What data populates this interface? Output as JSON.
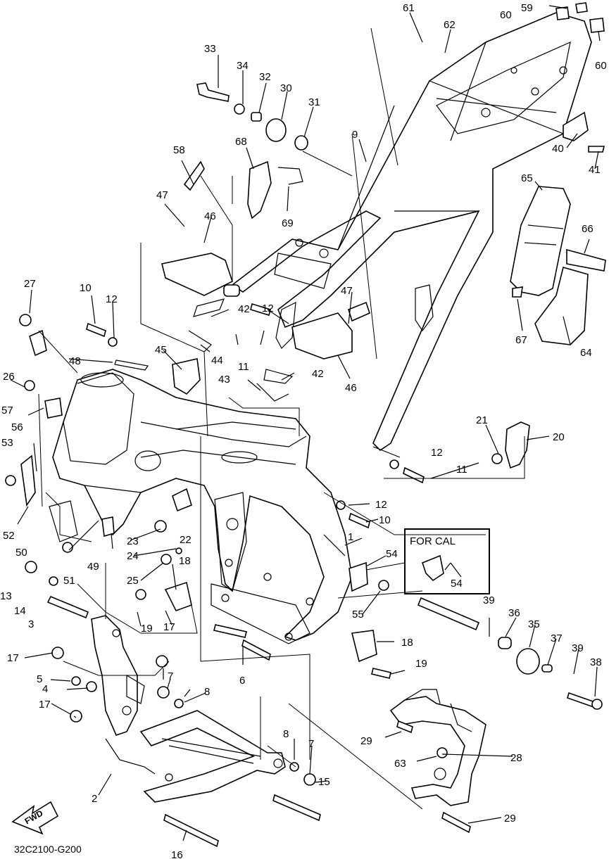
{
  "diagram_code": "32C2100-G200",
  "direction_label": "FWD",
  "inset_label": "FOR CAL",
  "colors": {
    "ink": "#000000",
    "paper": "#ffffff"
  },
  "callouts": [
    {
      "id": "c1",
      "text": "1"
    },
    {
      "id": "c2",
      "text": "2"
    },
    {
      "id": "c3",
      "text": "3"
    },
    {
      "id": "c4",
      "text": "4"
    },
    {
      "id": "c5",
      "text": "5"
    },
    {
      "id": "c6",
      "text": "6"
    },
    {
      "id": "c7a",
      "text": "7"
    },
    {
      "id": "c7b",
      "text": "7"
    },
    {
      "id": "c8a",
      "text": "8"
    },
    {
      "id": "c8b",
      "text": "8"
    },
    {
      "id": "c9",
      "text": "9"
    },
    {
      "id": "c10a",
      "text": "10"
    },
    {
      "id": "c10b",
      "text": "10"
    },
    {
      "id": "c11a",
      "text": "11"
    },
    {
      "id": "c11b",
      "text": "11"
    },
    {
      "id": "c12a",
      "text": "12"
    },
    {
      "id": "c12b",
      "text": "12"
    },
    {
      "id": "c12c",
      "text": "12"
    },
    {
      "id": "c12d",
      "text": "12"
    },
    {
      "id": "c13",
      "text": "13"
    },
    {
      "id": "c14",
      "text": "14"
    },
    {
      "id": "c15",
      "text": "15"
    },
    {
      "id": "c16",
      "text": "16"
    },
    {
      "id": "c17a",
      "text": "17"
    },
    {
      "id": "c17b",
      "text": "17"
    },
    {
      "id": "c17c",
      "text": "17"
    },
    {
      "id": "c18a",
      "text": "18"
    },
    {
      "id": "c18b",
      "text": "18"
    },
    {
      "id": "c19a",
      "text": "19"
    },
    {
      "id": "c19b",
      "text": "19"
    },
    {
      "id": "c20",
      "text": "20"
    },
    {
      "id": "c21",
      "text": "21"
    },
    {
      "id": "c22",
      "text": "22"
    },
    {
      "id": "c23",
      "text": "23"
    },
    {
      "id": "c24",
      "text": "24"
    },
    {
      "id": "c25",
      "text": "25"
    },
    {
      "id": "c26",
      "text": "26"
    },
    {
      "id": "c27",
      "text": "27"
    },
    {
      "id": "c28",
      "text": "28"
    },
    {
      "id": "c29a",
      "text": "29"
    },
    {
      "id": "c29b",
      "text": "29"
    },
    {
      "id": "c30",
      "text": "30"
    },
    {
      "id": "c31",
      "text": "31"
    },
    {
      "id": "c32",
      "text": "32"
    },
    {
      "id": "c33",
      "text": "33"
    },
    {
      "id": "c34",
      "text": "34"
    },
    {
      "id": "c35",
      "text": "35"
    },
    {
      "id": "c36",
      "text": "36"
    },
    {
      "id": "c37",
      "text": "37"
    },
    {
      "id": "c38",
      "text": "38"
    },
    {
      "id": "c39a",
      "text": "39"
    },
    {
      "id": "c39b",
      "text": "39"
    },
    {
      "id": "c40",
      "text": "40"
    },
    {
      "id": "c41",
      "text": "41"
    },
    {
      "id": "c42a",
      "text": "42"
    },
    {
      "id": "c42b",
      "text": "42"
    },
    {
      "id": "c43",
      "text": "43"
    },
    {
      "id": "c44",
      "text": "44"
    },
    {
      "id": "c45",
      "text": "45"
    },
    {
      "id": "c46a",
      "text": "46"
    },
    {
      "id": "c46b",
      "text": "46"
    },
    {
      "id": "c47a",
      "text": "47"
    },
    {
      "id": "c47b",
      "text": "47"
    },
    {
      "id": "c48",
      "text": "48"
    },
    {
      "id": "c49",
      "text": "49"
    },
    {
      "id": "c50",
      "text": "50"
    },
    {
      "id": "c51",
      "text": "51"
    },
    {
      "id": "c52",
      "text": "52"
    },
    {
      "id": "c53",
      "text": "53"
    },
    {
      "id": "c54a",
      "text": "54"
    },
    {
      "id": "c54b",
      "text": "54"
    },
    {
      "id": "c55",
      "text": "55"
    },
    {
      "id": "c56",
      "text": "56"
    },
    {
      "id": "c57",
      "text": "57"
    },
    {
      "id": "c58",
      "text": "58"
    },
    {
      "id": "c59",
      "text": "59"
    },
    {
      "id": "c60a",
      "text": "60"
    },
    {
      "id": "c60b",
      "text": "60"
    },
    {
      "id": "c61",
      "text": "61"
    },
    {
      "id": "c62",
      "text": "62"
    },
    {
      "id": "c63",
      "text": "63"
    },
    {
      "id": "c64",
      "text": "64"
    },
    {
      "id": "c65",
      "text": "65"
    },
    {
      "id": "c66",
      "text": "66"
    },
    {
      "id": "c67",
      "text": "67"
    },
    {
      "id": "c68",
      "text": "68"
    },
    {
      "id": "c69",
      "text": "69"
    }
  ]
}
